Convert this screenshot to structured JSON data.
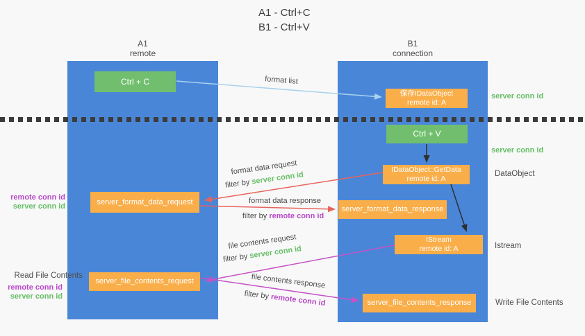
{
  "title": {
    "line1": "A1 - Ctrl+C",
    "line2": "B1 - Ctrl+V"
  },
  "lifelines": {
    "a1": {
      "title": "A1",
      "subtitle": "remote"
    },
    "b1": {
      "title": "B1",
      "subtitle": "connection"
    }
  },
  "nodes": {
    "ctrl_c": {
      "label": "Ctrl + C"
    },
    "ctrl_v": {
      "label": "Ctrl + V"
    },
    "save_idataobject": {
      "line1": "保存IDataObject",
      "line2": "remote id: A"
    },
    "getdata": {
      "line1": "IDataObject::GetData",
      "line2": "remote id: A"
    },
    "istream_box": {
      "line1": "IStream",
      "line2": "remote id: A"
    },
    "format_request": {
      "label": "server_format_data_request"
    },
    "format_response": {
      "label": "server_format_data_response"
    },
    "file_request": {
      "label": "server_file_contents_request"
    },
    "file_response": {
      "label": "server_file_contents_response"
    }
  },
  "annotations": {
    "server_conn_id_top": "server conn id",
    "server_conn_id_mid": "server conn id",
    "dataobject": "DataObject",
    "istream": "Istream",
    "write_file_contents": "Write File Contents",
    "read_file_contents": "Read File Contents",
    "pair1": {
      "remote": "remote conn id",
      "server": "server conn id"
    },
    "pair2": {
      "remote": "remote conn id",
      "server": "server conn id"
    }
  },
  "messages": {
    "format_list": "format list",
    "format_data_request": "format data request",
    "format_data_response": "format data response",
    "file_contents_request": "file contents request",
    "file_contents_response": "file contents response",
    "filter_by": "filter by",
    "server_conn_id": "server conn id",
    "remote_conn_id": "remote conn id"
  },
  "colors": {
    "lifeline_blue": "#4a86d8",
    "box_green": "#71bf6e",
    "box_orange": "#f9ae49",
    "arrow_red": "#e8635c",
    "arrow_magenta": "#c653c6",
    "arrow_lightblue": "#a9d2ed",
    "arrow_black": "#2f2f2f",
    "text_green": "#67bf66",
    "text_purple": "#b84ac6",
    "divider_dark": "#3b3b3b"
  }
}
